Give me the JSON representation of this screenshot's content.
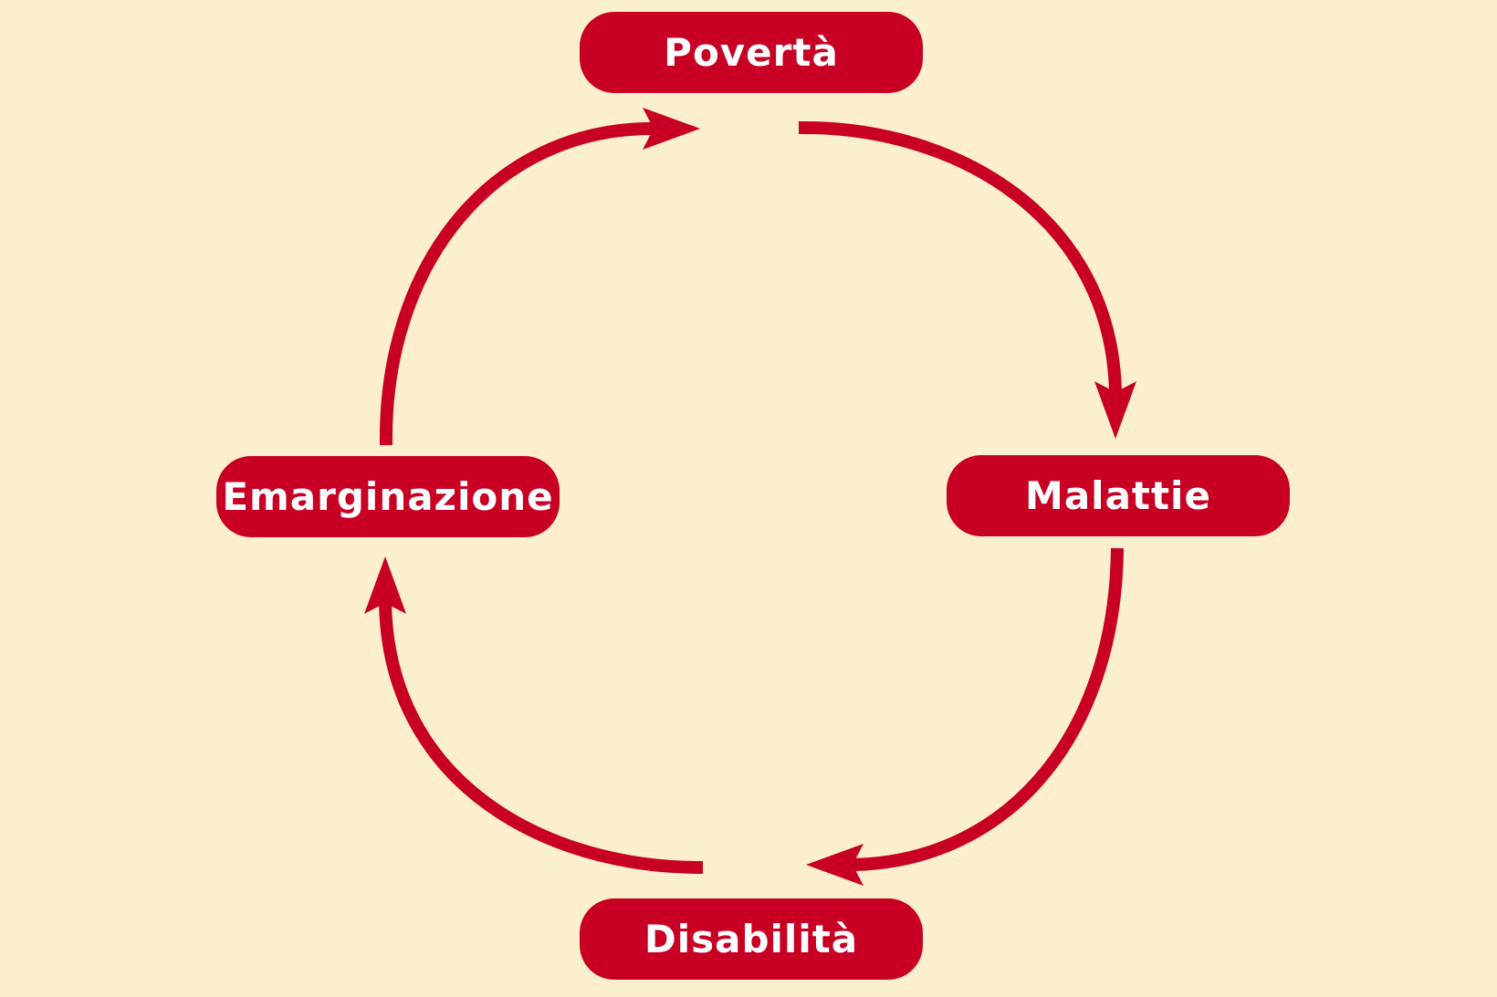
{
  "diagram": {
    "nodes": {
      "poverta": "Povertà",
      "malattie": "Malattie",
      "disabilita": "Disabilità",
      "emarginazione": "Emarginazione"
    },
    "edges": [
      {
        "from": "poverta",
        "to": "malattie"
      },
      {
        "from": "malattie",
        "to": "disabilita"
      },
      {
        "from": "disabilita",
        "to": "emarginazione"
      },
      {
        "from": "emarginazione",
        "to": "poverta"
      }
    ],
    "colors": {
      "background": "#fcefcd",
      "accent": "#c70024",
      "text": "#ffffff"
    }
  }
}
